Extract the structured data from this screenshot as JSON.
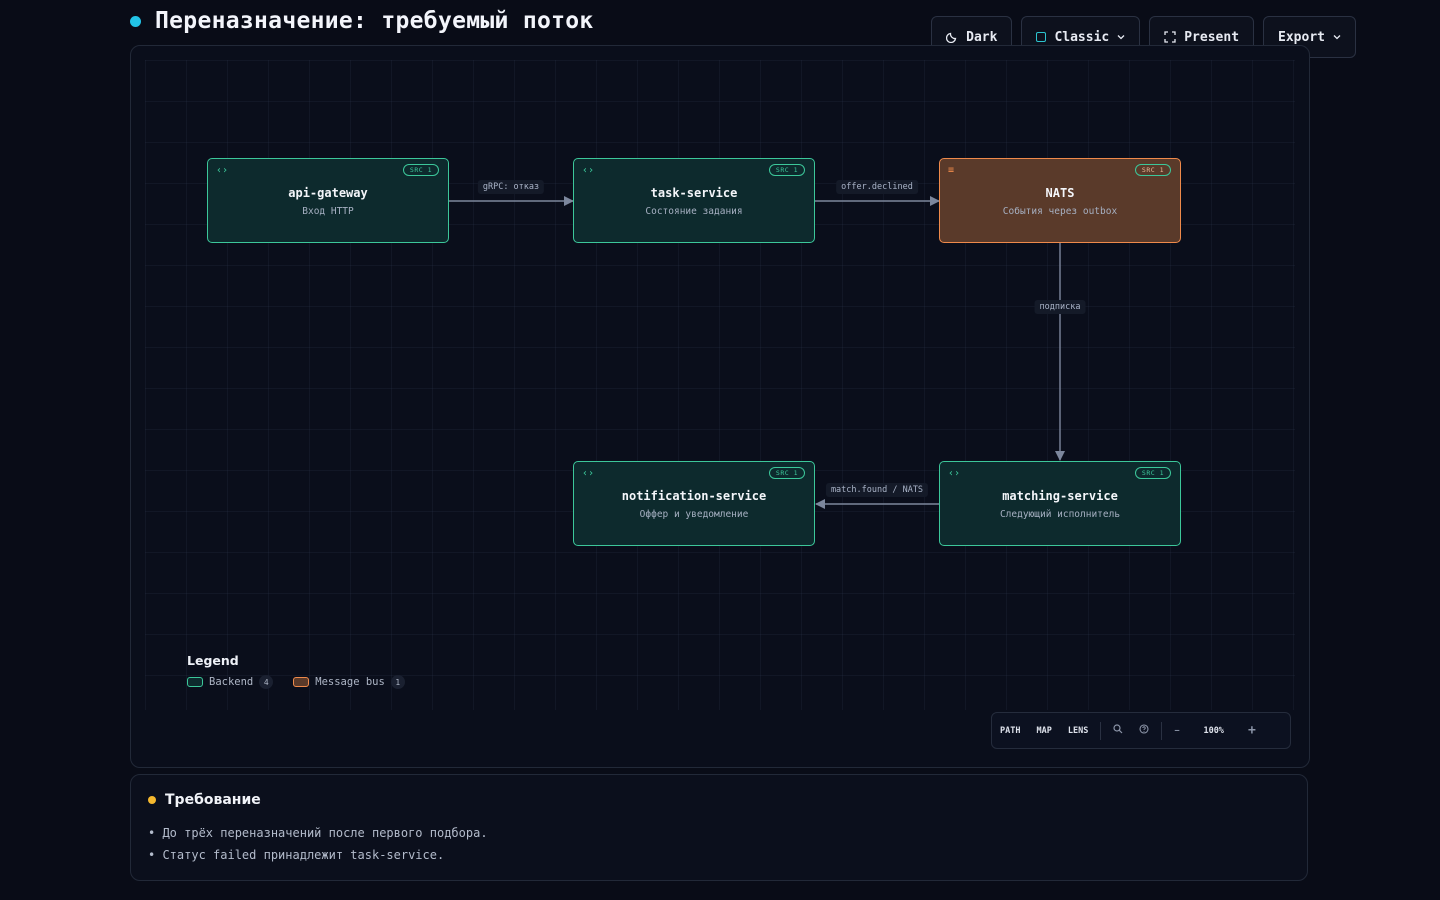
{
  "header": {
    "title": "Переназначение: требуемый поток"
  },
  "toolbar": {
    "theme_label": "Dark",
    "style_label": "Classic",
    "present_label": "Present",
    "export_label": "Export"
  },
  "diagram": {
    "nodes": [
      {
        "id": "api-gateway",
        "title": "api-gateway",
        "subtitle": "Вход HTTP",
        "badge": "SRC 1",
        "kind": "backend"
      },
      {
        "id": "task-service",
        "title": "task-service",
        "subtitle": "Состояние задания",
        "badge": "SRC 1",
        "kind": "backend"
      },
      {
        "id": "nats",
        "title": "NATS",
        "subtitle": "События через outbox",
        "badge": "SRC 1",
        "kind": "bus"
      },
      {
        "id": "notification-service",
        "title": "notification-service",
        "subtitle": "Оффер и уведомление",
        "badge": "SRC 1",
        "kind": "backend"
      },
      {
        "id": "matching-service",
        "title": "matching-service",
        "subtitle": "Следующий исполнитель",
        "badge": "SRC 1",
        "kind": "backend"
      }
    ],
    "edges": [
      {
        "from": "api-gateway",
        "to": "task-service",
        "label": "gRPC: отказ"
      },
      {
        "from": "task-service",
        "to": "nats",
        "label": "offer.declined"
      },
      {
        "from": "nats",
        "to": "matching-service",
        "label": "подписка"
      },
      {
        "from": "matching-service",
        "to": "notification-service",
        "label": "match.found / NATS"
      }
    ],
    "colors": {
      "backend": "#3cc79a",
      "bus": "#ef8a4b",
      "edge": "#7c879d"
    }
  },
  "legend": {
    "title": "Legend",
    "items": [
      {
        "label": "Backend",
        "count": "4"
      },
      {
        "label": "Message bus",
        "count": "1"
      }
    ]
  },
  "controls": {
    "path": "PATH",
    "map": "MAP",
    "lens": "LENS",
    "zoom": "100%"
  },
  "requirement": {
    "title": "Требование",
    "items": [
      "• До трёх переназначений после первого подбора.",
      "• Статус failed принадлежит task-service."
    ]
  }
}
